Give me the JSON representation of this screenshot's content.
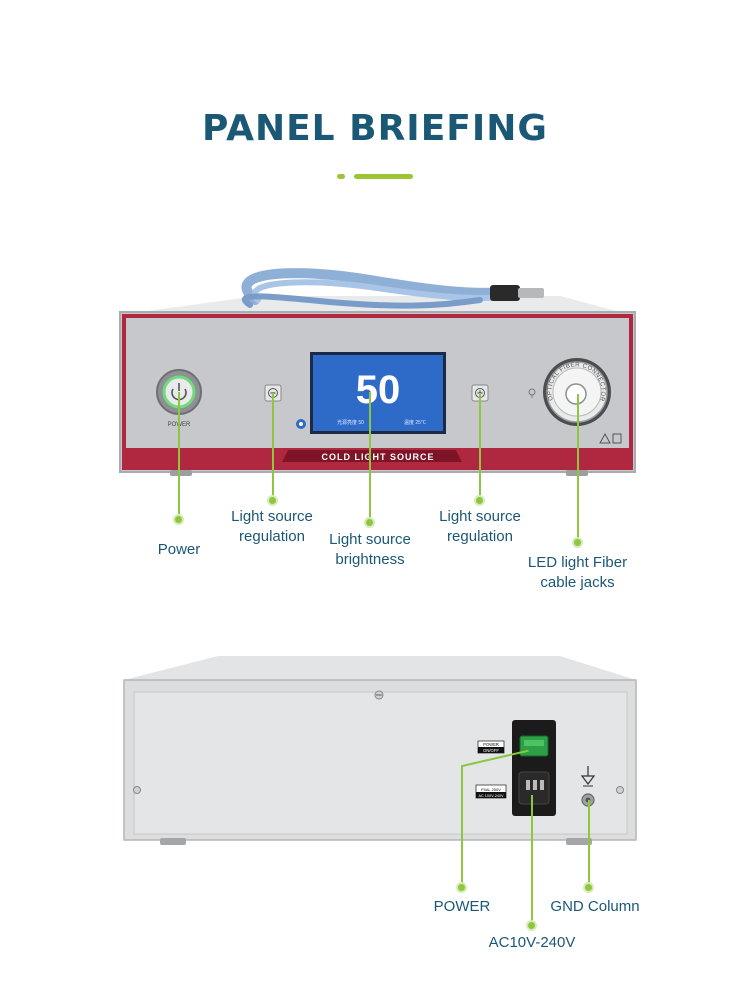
{
  "header": {
    "title": "PANEL BRIEFING",
    "accent_color": "#9cc534",
    "title_color": "#1a5876"
  },
  "front_panel": {
    "screen_value": "50",
    "screen_status_left": "光源亮度 50",
    "screen_status_right": "温度 25℃",
    "nameplate": "COLD LIGHT SOURCE",
    "power_button_text": "POWER",
    "connector_ring_text": "OPTICAL FIBER CONNECTOR",
    "panel_color": "#c6c8cb",
    "trim_color": "#b0283f",
    "screen_color": "#2e6bc9",
    "callouts": {
      "power": "Power",
      "regulation_left": [
        "Light source",
        "regulation"
      ],
      "brightness": [
        "Light source",
        "brightness"
      ],
      "regulation_right": [
        "Light source",
        "regulation"
      ],
      "fiber_jack": [
        "LED light Fiber",
        "cable jacks"
      ]
    },
    "icons": [
      "power-icon",
      "minus-icon",
      "plus-icon",
      "light-bulb-icon",
      "warning-icon",
      "fan-icon"
    ]
  },
  "rear_panel": {
    "switch_label_top": "POWER",
    "switch_label_bottom": "ON/OFF",
    "fuse_label_top": "F5AL 250V",
    "fuse_label_bottom": "AC 100V-240V",
    "callouts": {
      "power": "POWER",
      "gnd": "GND Column",
      "ac": "AC10V-240V"
    },
    "icons": [
      "ground-symbol-icon",
      "screw-icon"
    ]
  }
}
